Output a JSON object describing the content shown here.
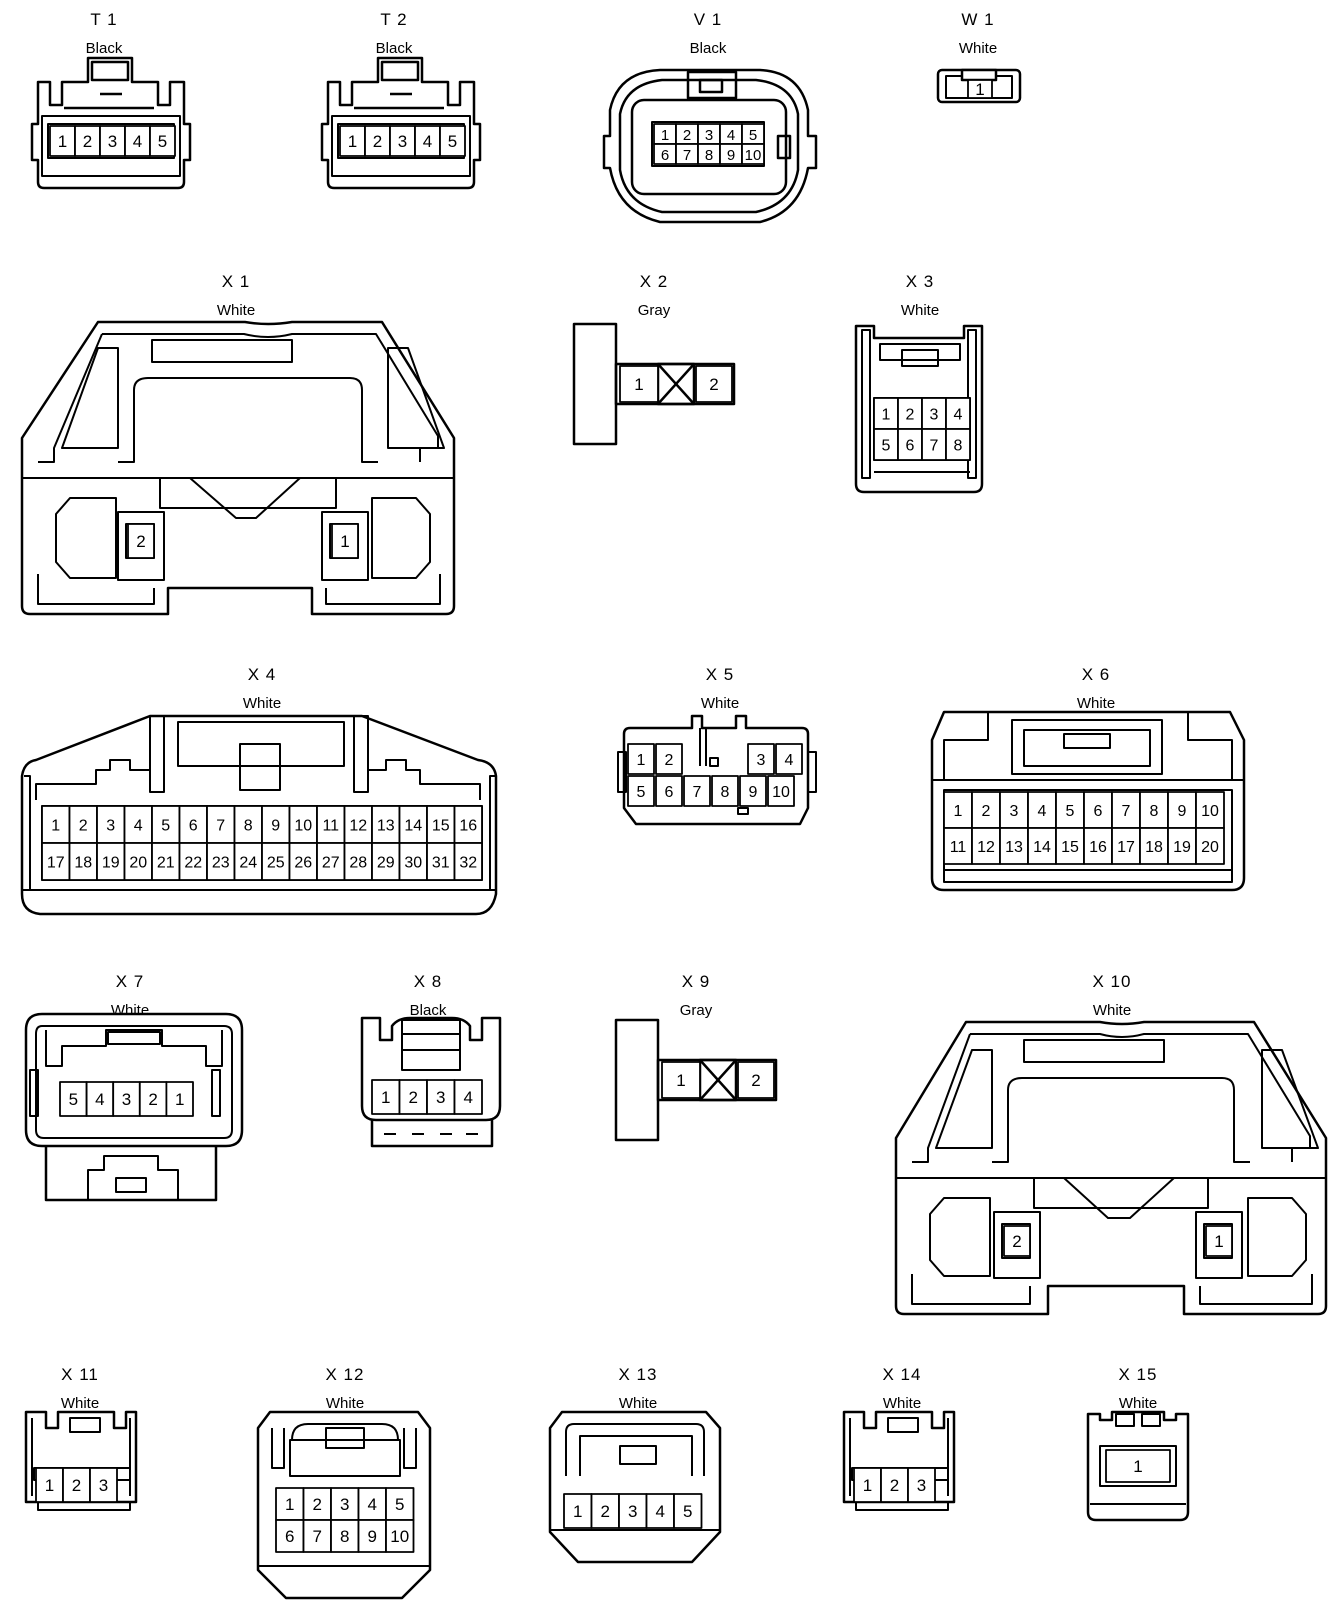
{
  "connectors": {
    "T1": {
      "id": "T 1",
      "color": "Black",
      "pins": [
        "1",
        "2",
        "3",
        "4",
        "5"
      ]
    },
    "T2": {
      "id": "T 2",
      "color": "Black",
      "pins": [
        "1",
        "2",
        "3",
        "4",
        "5"
      ]
    },
    "V1": {
      "id": "V 1",
      "color": "Black",
      "pins": [
        "1",
        "2",
        "3",
        "4",
        "5",
        "6",
        "7",
        "8",
        "9",
        "10"
      ]
    },
    "W1": {
      "id": "W 1",
      "color": "White",
      "pins": [
        "1"
      ]
    },
    "X1": {
      "id": "X 1",
      "color": "White",
      "pins": [
        "2",
        "1"
      ]
    },
    "X2": {
      "id": "X 2",
      "color": "Gray",
      "pins": [
        "1",
        "2"
      ]
    },
    "X3": {
      "id": "X 3",
      "color": "White",
      "pins": [
        "1",
        "2",
        "3",
        "4",
        "5",
        "6",
        "7",
        "8"
      ]
    },
    "X4": {
      "id": "X 4",
      "color": "White",
      "pins": [
        "1",
        "2",
        "3",
        "4",
        "5",
        "6",
        "7",
        "8",
        "9",
        "10",
        "11",
        "12",
        "13",
        "14",
        "15",
        "16",
        "17",
        "18",
        "19",
        "20",
        "21",
        "22",
        "23",
        "24",
        "25",
        "26",
        "27",
        "28",
        "29",
        "30",
        "31",
        "32"
      ]
    },
    "X5": {
      "id": "X 5",
      "color": "White",
      "pins": [
        "1",
        "2",
        "3",
        "4",
        "5",
        "6",
        "7",
        "8",
        "9",
        "10"
      ]
    },
    "X6": {
      "id": "X 6",
      "color": "White",
      "pins": [
        "1",
        "2",
        "3",
        "4",
        "5",
        "6",
        "7",
        "8",
        "9",
        "10",
        "11",
        "12",
        "13",
        "14",
        "15",
        "16",
        "17",
        "18",
        "19",
        "20"
      ]
    },
    "X7": {
      "id": "X 7",
      "color": "White",
      "pins": [
        "5",
        "4",
        "3",
        "2",
        "1"
      ]
    },
    "X8": {
      "id": "X 8",
      "color": "Black",
      "pins": [
        "1",
        "2",
        "3",
        "4"
      ]
    },
    "X9": {
      "id": "X 9",
      "color": "Gray",
      "pins": [
        "1",
        "2"
      ]
    },
    "X10": {
      "id": "X 10",
      "color": "White",
      "pins": [
        "2",
        "1"
      ]
    },
    "X11": {
      "id": "X 11",
      "color": "White",
      "pins": [
        "1",
        "2",
        "3"
      ]
    },
    "X12": {
      "id": "X 12",
      "color": "White",
      "pins": [
        "1",
        "2",
        "3",
        "4",
        "5",
        "6",
        "7",
        "8",
        "9",
        "10"
      ]
    },
    "X13": {
      "id": "X 13",
      "color": "White",
      "pins": [
        "1",
        "2",
        "3",
        "4",
        "5"
      ]
    },
    "X14": {
      "id": "X 14",
      "color": "White",
      "pins": [
        "1",
        "2",
        "3"
      ]
    },
    "X15": {
      "id": "X 15",
      "color": "White",
      "pins": [
        "1"
      ]
    }
  }
}
